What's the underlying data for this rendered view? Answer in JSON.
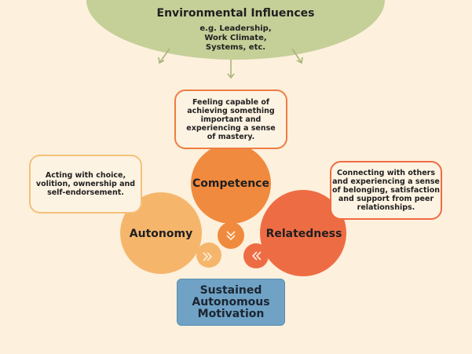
{
  "environment": {
    "title": "Environmental Influences",
    "lines": [
      "e.g. Leadership,",
      "Work Climate,",
      "Systems, etc."
    ]
  },
  "needs": {
    "competence": {
      "label": "Competence",
      "description": [
        "Feeling capable of",
        "achieving something",
        "important and",
        "experiencing a sense",
        "of mastery."
      ]
    },
    "autonomy": {
      "label": "Autonomy",
      "description": [
        "Acting with choice,",
        "volition, ownership and",
        "self-endorsement."
      ]
    },
    "relatedness": {
      "label": "Relatedness",
      "description": [
        "Connecting with others",
        "and experiencing a sense",
        "of belonging, satisfaction",
        "and support from peer",
        "relationships."
      ]
    }
  },
  "outcome": {
    "lines": [
      "Sustained",
      "Autonomous",
      "Motivation"
    ]
  },
  "colors": {
    "background": "#fdf0dc",
    "environment": "#c5cf98",
    "arrow": "#a8b57a",
    "competence": "#f08a3e",
    "autonomy": "#f5b66c",
    "relatedness": "#ee6c44",
    "outcome": "#6fa2c5"
  }
}
